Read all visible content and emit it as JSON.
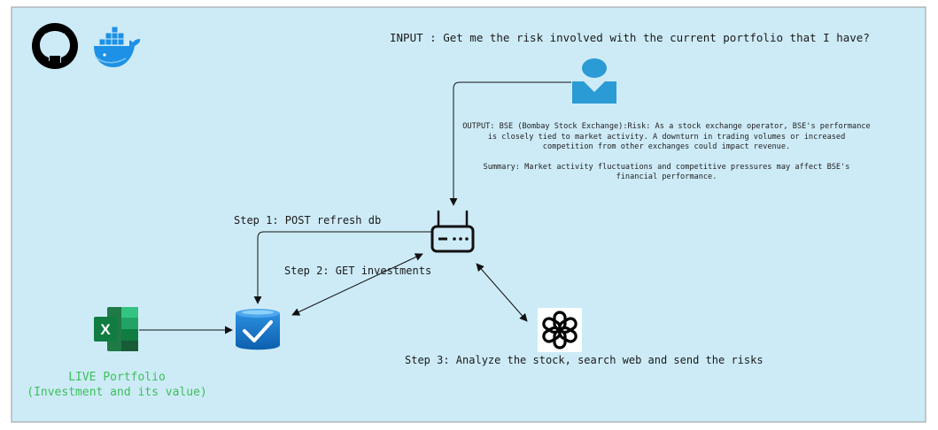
{
  "diagram": {
    "input_text": "INPUT : Get me the risk involved with the current portfolio that I have?",
    "output_text": "OUTPUT: BSE (Bombay Stock Exchange):Risk: As a stock exchange operator, BSE's performance is closely tied to market activity. A downturn in trading volumes or increased competition from other exchanges could impact revenue.",
    "summary_text": "Summary: Market activity fluctuations and competitive pressures may affect BSE's financial performance.",
    "step1_label": "Step 1: POST refresh db",
    "step2_label": "Step 2: GET investments",
    "step3_label": "Step 3: Analyze the stock, search web and send the risks",
    "portfolio_title": "LIVE Portfolio",
    "portfolio_subtitle": "(Investment and its value)",
    "excel_letter": "X",
    "icons": [
      "github-icon",
      "docker-icon",
      "user-icon",
      "router-icon",
      "database-icon",
      "excel-icon",
      "openai-icon"
    ],
    "colors": {
      "background": "#cdebf7",
      "border": "#9a9a9a",
      "user": "#2b9bd6",
      "database": "#1877cc",
      "excel": "#1f7a45",
      "portfolio_text": "#3cbf5a"
    }
  }
}
